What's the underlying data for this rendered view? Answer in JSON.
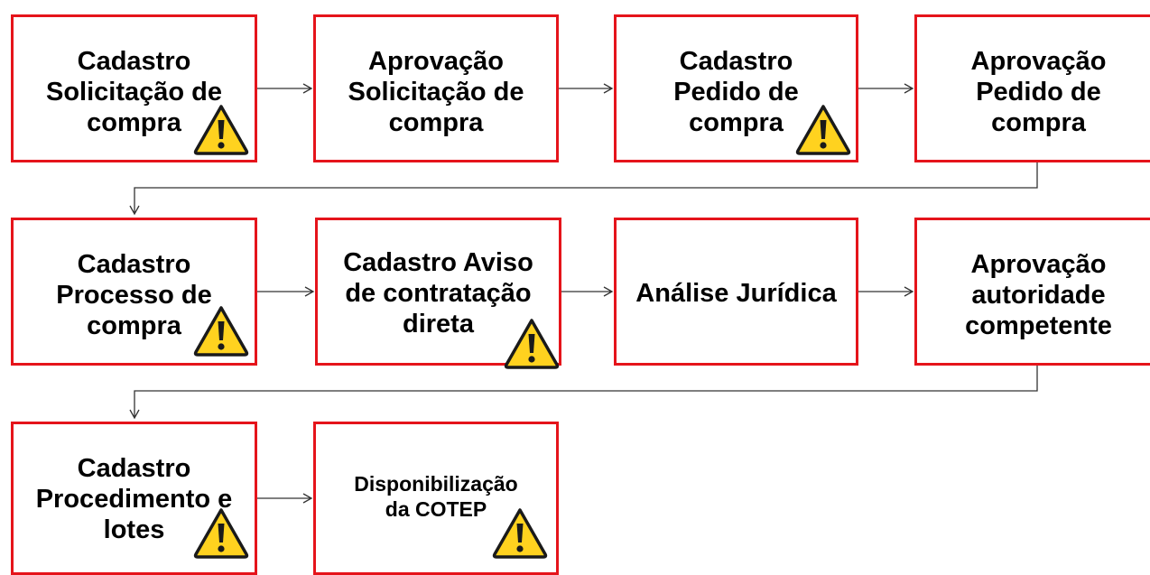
{
  "diagram": {
    "colors": {
      "box_border": "#e5141b",
      "warning_fill": "#ffd21f",
      "warning_outline": "#1a1a1a",
      "connector": "#333333"
    },
    "icon": "warning-icon",
    "steps": [
      {
        "id": "cadastro-solicitacao-compra",
        "label": "Cadastro\nSolicitação de\ncompra",
        "warning": true
      },
      {
        "id": "aprovacao-solicitacao-compra",
        "label": "Aprovação\nSolicitação de\ncompra",
        "warning": false
      },
      {
        "id": "cadastro-pedido-compra",
        "label": "Cadastro\nPedido de\ncompra",
        "warning": true
      },
      {
        "id": "aprovacao-pedido-compra",
        "label": "Aprovação\nPedido de\ncompra",
        "warning": false
      },
      {
        "id": "cadastro-processo-compra",
        "label": "Cadastro\nProcesso de\ncompra",
        "warning": true
      },
      {
        "id": "cadastro-aviso-contratacao",
        "label": "Cadastro Aviso\nde contratação\ndireta",
        "warning": true
      },
      {
        "id": "analise-juridica",
        "label": "Análise Jurídica",
        "warning": false
      },
      {
        "id": "aprovacao-autoridade",
        "label": "Aprovação\nautoridade\ncompetente",
        "warning": false
      },
      {
        "id": "cadastro-procedimento-lotes",
        "label": "Cadastro\nProcedimento e\nlotes",
        "warning": true
      },
      {
        "id": "disponibilizacao-cotep",
        "label": "Disponibilização\nda COTEP",
        "warning": true
      }
    ],
    "connections": [
      [
        0,
        1
      ],
      [
        1,
        2
      ],
      [
        2,
        3
      ],
      [
        3,
        4
      ],
      [
        4,
        5
      ],
      [
        5,
        6
      ],
      [
        6,
        7
      ],
      [
        7,
        8
      ],
      [
        8,
        9
      ]
    ]
  }
}
